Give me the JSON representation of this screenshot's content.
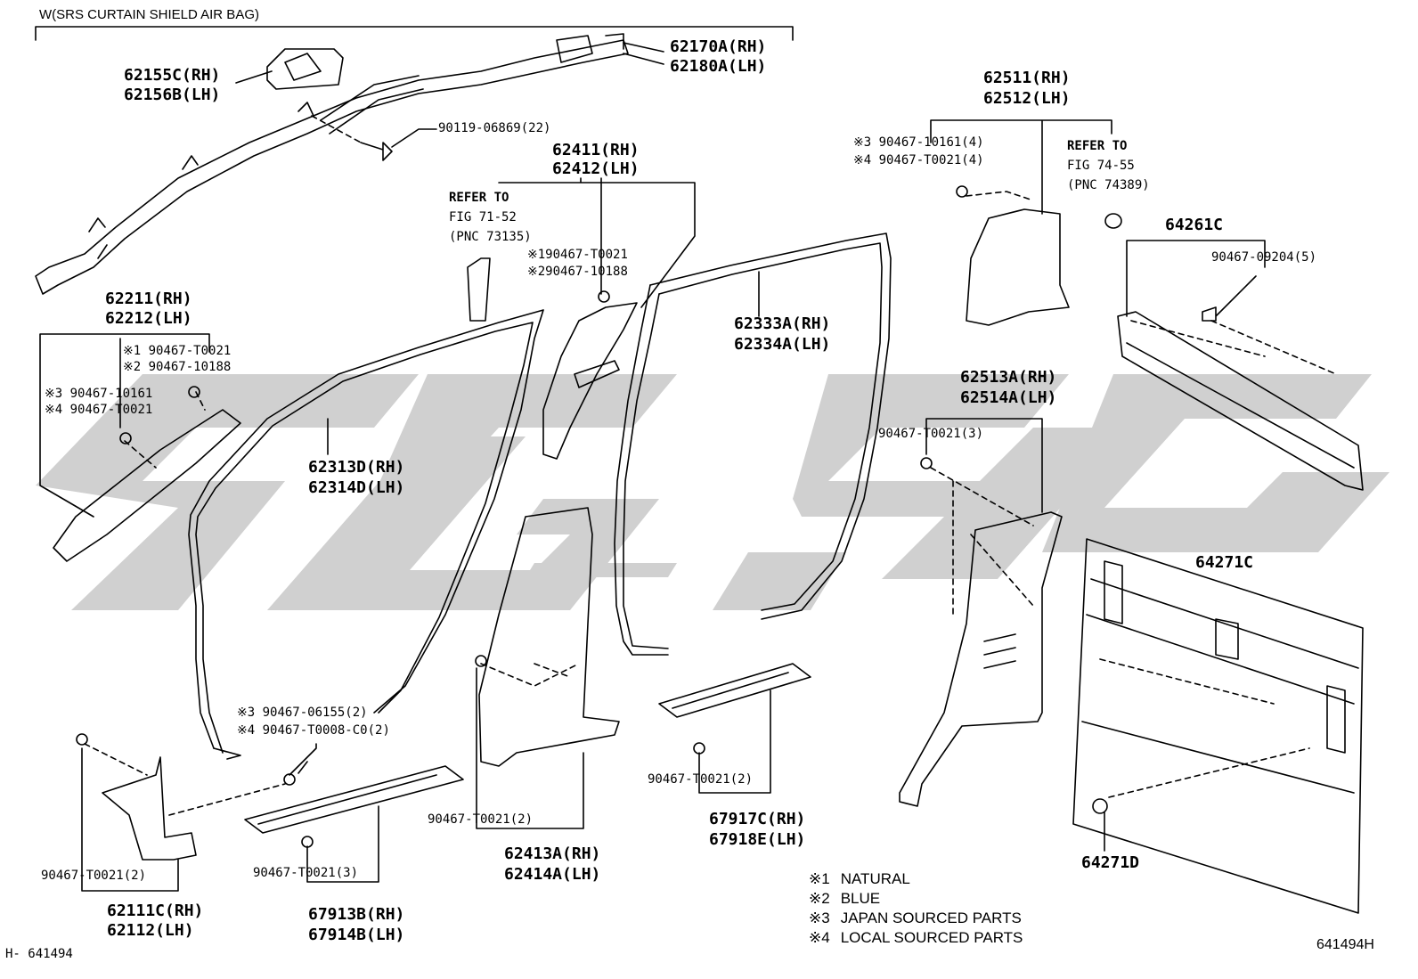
{
  "header": {
    "variant": "W(SRS CURTAIN SHIELD AIR BAG)"
  },
  "parts": {
    "airbag": {
      "rh": "62170A(RH)",
      "lh": "62180A(LH)"
    },
    "sensor": {
      "rh": "62155C(RH)",
      "lh": "62156B(LH)"
    },
    "airbag_bolt": "90119-06869(22)",
    "pillar_upper_b": {
      "rh": "62411(RH)",
      "lh": "62412(LH)"
    },
    "refer_71": {
      "l1": "REFER TO",
      "l2": "FIG 71-52",
      "l3": "(PNC 73135)"
    },
    "pillar_b_clips": {
      "c1": "※190467-T0021",
      "c2": "※290467-10188"
    },
    "quarter_upper": {
      "rh": "62511(RH)",
      "lh": "62512(LH)"
    },
    "quarter_clips": {
      "c3": "※3 90467-10161(4)",
      "c4": "※4 90467-T0021(4)"
    },
    "refer_74": {
      "l1": "REFER TO",
      "l2": "FIG 74-55",
      "l3": "(PNC 74389)"
    },
    "sill_rear": "64261C",
    "sill_rear_clip": "90467-09204(5)",
    "a_pillar": {
      "rh": "62211(RH)",
      "lh": "62212(LH)"
    },
    "a_pillar_clips12": {
      "c1": "※1 90467-T0021",
      "c2": "※2 90467-10188"
    },
    "a_pillar_clips34": {
      "c3": "※3 90467-10161",
      "c4": "※4 90467-T0021"
    },
    "weatherstrip_front": {
      "rh": "62313D(RH)",
      "lh": "62314D(LH)"
    },
    "weatherstrip_rear": {
      "rh": "62333A(RH)",
      "lh": "62334A(LH)"
    },
    "quarter_lower": {
      "rh": "62513A(RH)",
      "lh": "62514A(LH)"
    },
    "quarter_lower_clip": "90467-T0021(3)",
    "back_panel": "64271C",
    "back_panel_clip": "64271D",
    "cowl_clips": {
      "c3": "※3 90467-06155(2)",
      "c4": "※4 90467-T0008-C0(2)"
    },
    "cowl_side": {
      "rh": "62111C(RH)",
      "lh": "62112(LH)"
    },
    "cowl_clip": "90467-T0021(2)",
    "front_scuff": {
      "rh": "67913B(RH)",
      "lh": "67914B(LH)"
    },
    "front_scuff_clip": "90467-T0021(3)",
    "b_pillar_lower": {
      "rh": "62413A(RH)",
      "lh": "62414A(LH)"
    },
    "b_pillar_lower_clip": "90467-T0021(2)",
    "rear_scuff": {
      "rh": "67917C(RH)",
      "lh": "67918E(LH)"
    },
    "rear_scuff_clip": "90467-T0021(2)"
  },
  "legend": [
    {
      "mark": "※1",
      "text": "NATURAL"
    },
    {
      "mark": "※2",
      "text": "BLUE"
    },
    {
      "mark": "※3",
      "text": "JAPAN SOURCED PARTS"
    },
    {
      "mark": "※4",
      "text": "LOCAL SOURCED PARTS"
    }
  ],
  "footer": {
    "left_id": "H- 641494",
    "right_id": "641494H"
  },
  "colors": {
    "line": "#000000",
    "watermark": "#c8c8c8",
    "background": "#ffffff"
  }
}
